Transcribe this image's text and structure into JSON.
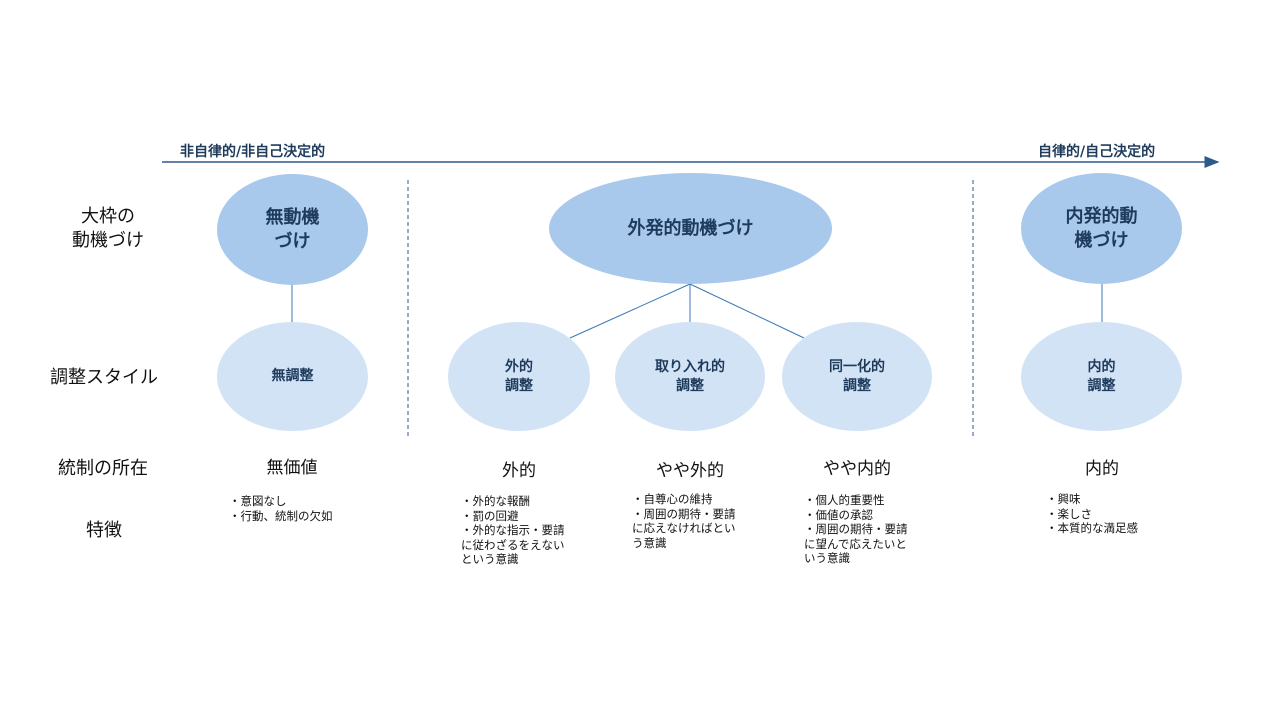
{
  "axis": {
    "left_label": "非自律的/非自己決定的",
    "right_label": "自律的/自己決定的",
    "color": "#2e5a8a"
  },
  "row_labels": {
    "framework": "大枠の\n動機づけ",
    "regulation": "調整スタイル",
    "locus": "統制の所在",
    "features": "特徴"
  },
  "framework": {
    "amotivation": "無動機\nづけ",
    "extrinsic": "外発的動機づけ",
    "intrinsic": "内発的動\n機づけ"
  },
  "regulation": {
    "non": "無調整",
    "external": "外的\n調整",
    "introjected": "取り入れ的\n調整",
    "identified": "同一化的\n調整",
    "intrinsic": "内的\n調整"
  },
  "locus": {
    "non": "無価値",
    "external": "外的",
    "introjected": "やや外的",
    "identified": "やや内的",
    "intrinsic": "内的"
  },
  "features": {
    "non": "・意図なし\n・行動、統制の欠如",
    "external": "・外的な報酬\n・罰の回避\n・外的な指示・要請\nに従わざるをえない\nという意識",
    "introjected": "・自尊心の維持\n・周囲の期待・要請\nに応えなければとい\nう意識",
    "identified": "・個人的重要性\n・価値の承認\n・周囲の期待・要請\nに望んで応えたいと\nいう意識",
    "intrinsic": "・興味\n・楽しさ\n・本質的な満足感"
  },
  "colors": {
    "dark_ellipse": "#a8c8ec",
    "light_ellipse": "#d3e3f6",
    "ellipse_text": "#1f3b5c",
    "connector": "#3a78b5"
  }
}
